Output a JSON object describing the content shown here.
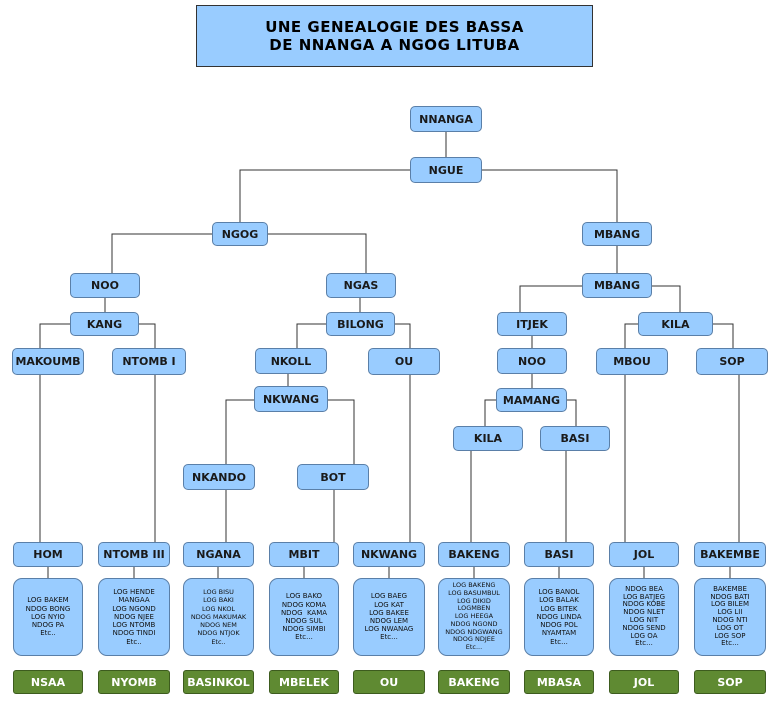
{
  "title": {
    "line1": "UNE GENEALOGIE DES BASSA",
    "line2": "DE  NNANGA A NGOG  LITUBA"
  },
  "nodes": {
    "nnanga": "NNANGA",
    "ngue": "NGUE",
    "ngog": "NGOG",
    "mbang_top": "MBANG",
    "noo_left": "NOO",
    "ngas": "NGAS",
    "mbang_mid": "MBANG",
    "kang": "KANG",
    "bilong": "BILONG",
    "itjek": "ITJEK",
    "kila_right": "KILA",
    "makoumb": "MAKOUMB",
    "ntombi": "NTOMB I",
    "nkoll": "NKOLL",
    "ou_mid": "OU",
    "noo_right": "NOO",
    "mbou": "MBOU",
    "sop_mid": "SOP",
    "nkwang_mid": "NKWANG",
    "mamang": "MAMANG",
    "kila_mid": "KILA",
    "basi_mid": "BASI",
    "nkando": "NKANDO",
    "bot": "BOT",
    "hom": "HOM",
    "ntombiii": "NTOMB III",
    "ngana": "NGANA",
    "mbit": "MBIT",
    "nkwang_bot": "NKWANG",
    "bakeng_mid": "BAKENG",
    "basi_bot": "BASI",
    "jol_mid": "JOL",
    "bakembe": "BAKEMBE"
  },
  "lineages": {
    "hom": "LOG BAKEM\nNDOG BONG\nLOG NYIO\nNDOG PA\nEtc..",
    "ntombiii": "LOG HENDE\nMANGAA\nLOG NGOND\nNDOG NJEE\nLOG NTOMB\nNDOG TINDI\nEtc..",
    "ngana": "LOG BISU\nLOG BAKI\nLOG NKOL\nNDOG MAKUMAK\nNDOG NEM\nNDOG NTJOK\nEtc..",
    "mbit": "LOG BAKO\nNDOG KOMA\nNDOG  KAMA\nNDOG SUL\nNDOG SIMBI\nEtc...",
    "nkwang": "LOG BAEG\nLOG KAT\nLOG BAKEE\nNDOG LEM\nLOG NWANAG\nEtc...",
    "bakeng": "LOG BAKENG\nLOG BASUMBUL\nLOG DIKID\nLOGMBEN\nLOG HEEGA\nNDOG NGOND\nNDOG NDGWANG\nNDOG NDJEE\nEtc...",
    "basi": "LOG BANOL\nLOG BALAK\nLOG BITEK\nNDOG LINDA\nNDOG POL\nNYAMTAM\nEtc...",
    "jol": "NDOG BEA\nLOG BATJEG\nNDOG KOBE\nNDOG NLET\nLOG NIT\nNDOG SEND\nLOG OA\nEtc...",
    "bakembe": "BAKEMBE\nNDOG BATI\nLOG BILEM\nLOG LII\nNDOG NTI\nLOG OT\nLOG SOP\nEtc..."
  },
  "tribes": {
    "nsaa": "NSAA",
    "nyomb": "NYOMB",
    "basinkol": "BASINKOL",
    "mbelek": "MBELEK",
    "ou": "OU",
    "bakeng": "BAKENG",
    "mbasa": "MBASA",
    "jol": "JOL",
    "sop": "SOP"
  },
  "colors": {
    "node_fill": "#99ccff",
    "tribe_fill": "#5f8a32",
    "tribe_text": "#ffffff",
    "connector": "#333333"
  }
}
